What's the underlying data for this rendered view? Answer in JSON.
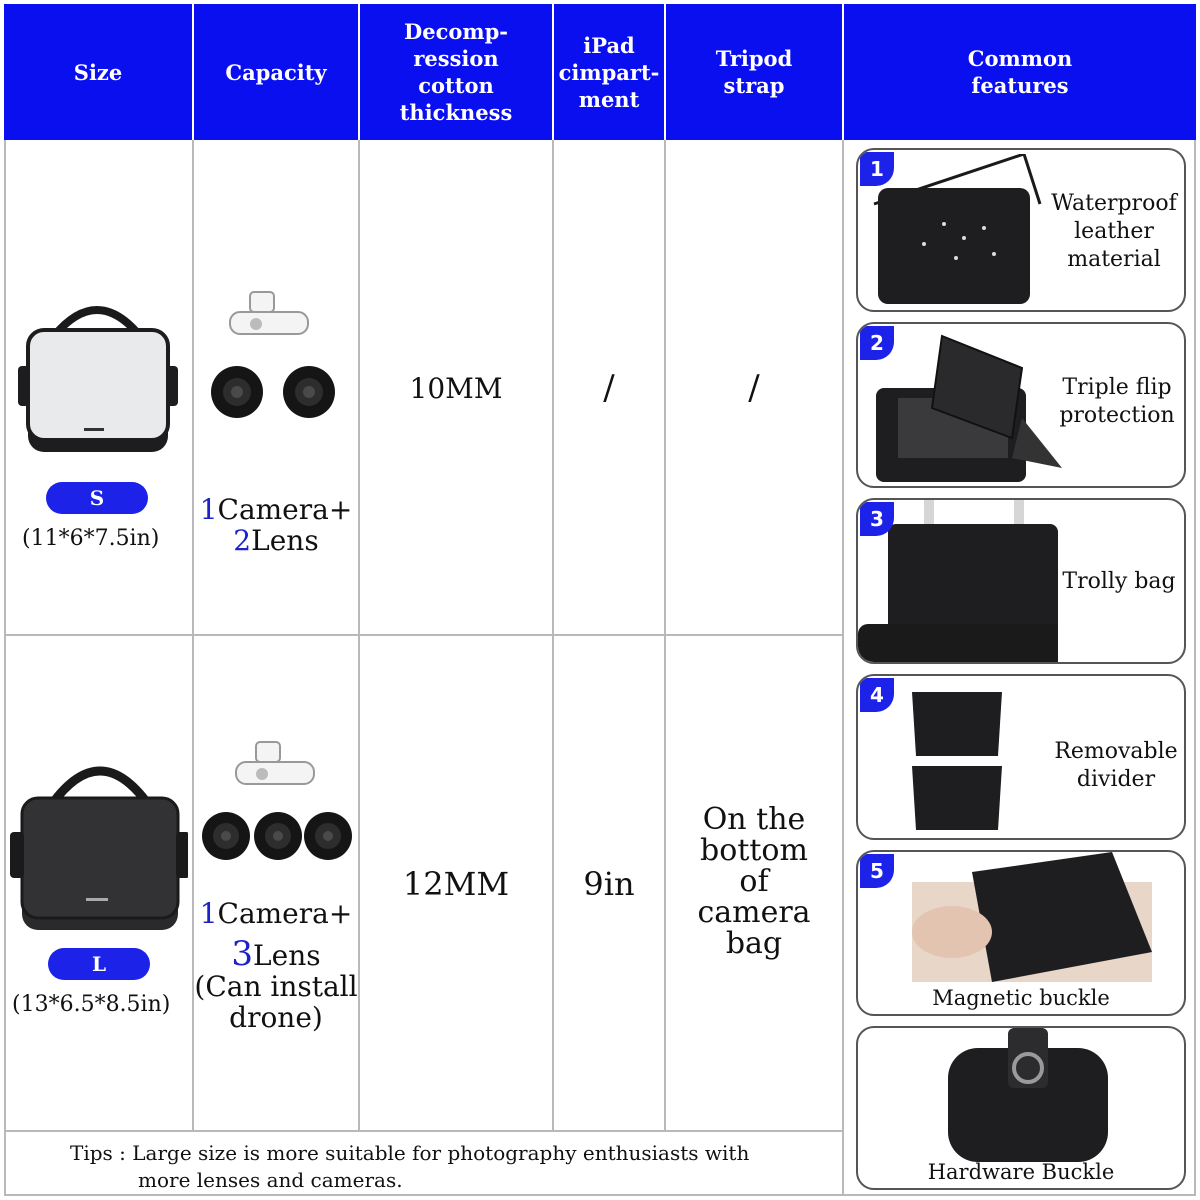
{
  "header": {
    "size": "Size",
    "capacity": "Capacity",
    "decompression_l1": "Decomp-",
    "decompression_l2": "ression",
    "decompression_l3": "cotton thickness",
    "ipad_l1": "iPad",
    "ipad_l2": "cimpart-",
    "ipad_l3": "ment",
    "tripod_l1": "Tripod",
    "tripod_l2": "strap",
    "common_l1": "Common",
    "common_l2": "features"
  },
  "rows": [
    {
      "size_label": "S",
      "dimensions": "(11*6*7.5in)",
      "capacity_cameras": "1",
      "capacity_camera_text": "Camera+",
      "capacity_lenses": "2",
      "capacity_lens_text": "Lens",
      "capacity_extra_l1": "",
      "capacity_extra_l2": "",
      "thickness": "10MM",
      "ipad": "/",
      "tripod": "/",
      "tripod_l1": "",
      "tripod_l2": "",
      "tripod_l3": "",
      "tripod_l4": "",
      "bag_color": "#e9eaec"
    },
    {
      "size_label": "L",
      "dimensions": "(13*6.5*8.5in)",
      "capacity_cameras": "1",
      "capacity_camera_text": "Camera+",
      "capacity_lenses": "3",
      "capacity_lens_text": "Lens",
      "capacity_extra_l1": "(Can install",
      "capacity_extra_l2": "drone)",
      "thickness": "12MM",
      "ipad": "9in",
      "tripod": "",
      "tripod_l1": "On the",
      "tripod_l2": "bottom",
      "tripod_l3": "of",
      "tripod_l4": "camera bag",
      "bag_color": "#2a2a2c"
    }
  ],
  "features": [
    {
      "number": "1",
      "label_l1": "Waterproof",
      "label_l2": "leather",
      "label_l3": "material"
    },
    {
      "number": "2",
      "label_l1": "Triple flip",
      "label_l2": "protection",
      "label_l3": ""
    },
    {
      "number": "3",
      "label_l1": "Trolly bag",
      "label_l2": "",
      "label_l3": ""
    },
    {
      "number": "4",
      "label_l1": "Removable",
      "label_l2": "divider",
      "label_l3": ""
    },
    {
      "number": "5",
      "label_l1": "Magnetic buckle",
      "label_l2": "",
      "label_l3": ""
    },
    {
      "number": "",
      "label_l1": "Hardware Buckle",
      "label_l2": "",
      "label_l3": ""
    }
  ],
  "tips": {
    "line1": "Tips : Large size is more suitable for photography enthusiasts with",
    "line2": "more lenses and cameras."
  },
  "colors": {
    "header_blue": "#0a0ff0",
    "badge_blue": "#1c22e8",
    "grid_line": "#b9b9b9"
  }
}
